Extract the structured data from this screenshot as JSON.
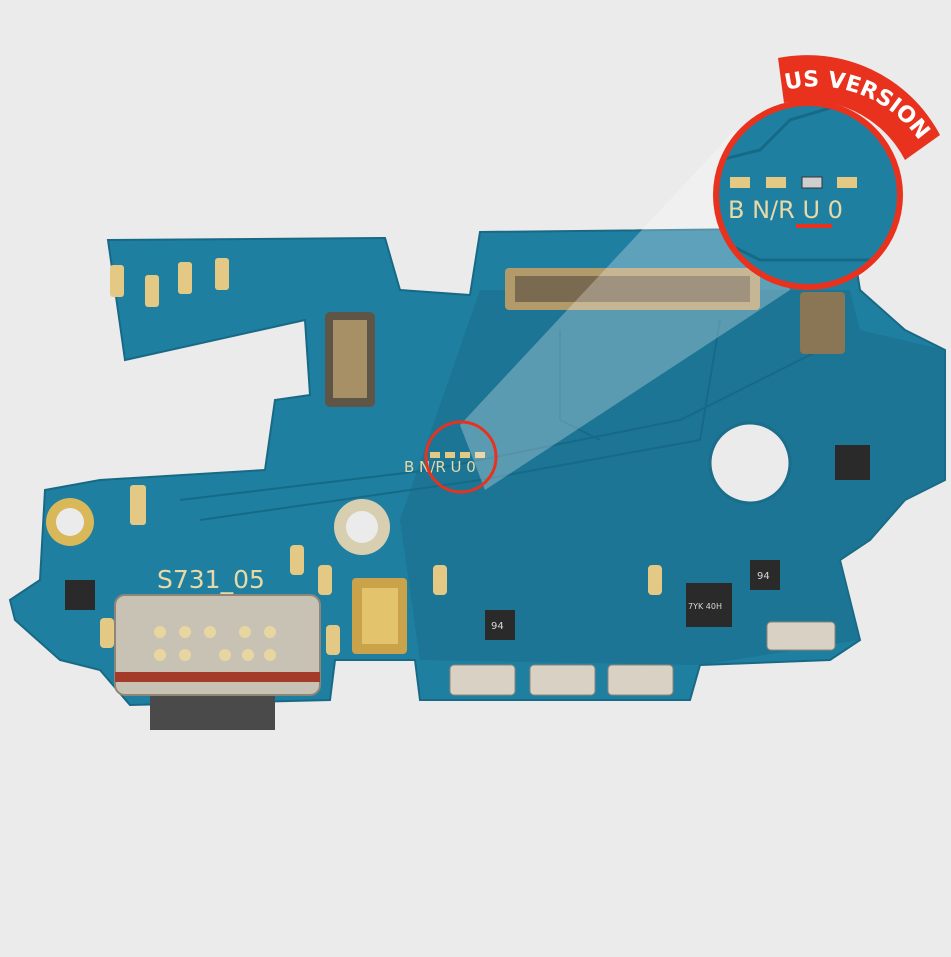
{
  "product": {
    "board_label": "S731_05",
    "region_marking": "B N/R U 0",
    "badge": "US VERSION",
    "chip_labels": [
      "94",
      "7YK 40H",
      "94"
    ]
  },
  "colors": {
    "background": "#ebebeb",
    "pcb": "#1f7fa0",
    "pcb_dark": "#1a6e8c",
    "pad_gold": "#e3c983",
    "callout_red": "#e8321e"
  }
}
